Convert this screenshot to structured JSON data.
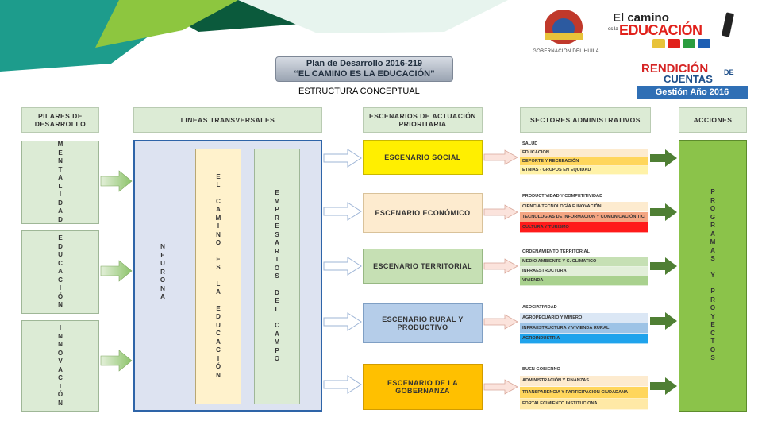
{
  "title_box": {
    "line1": "Plan de Desarrollo 2016-219",
    "line2": "“EL CAMINO ES LA EDUCACIÓN”"
  },
  "subtitle": "ESTRUCTURA CONCEPTUAL",
  "governorate": "GOBERNACIÓN DEL HUILA",
  "brand": {
    "line1": "El camino",
    "prefix": "es la",
    "line2": "EDUCACIÓN"
  },
  "rendicion": {
    "line1": "RENDICIÓN",
    "line2": "CUENTAS",
    "de": "DE",
    "line3": "Gestión Año 2016"
  },
  "headers": {
    "pilares": "PILARES DE DESARROLLO",
    "lineas": "LINEAS TRANSVERSALES",
    "escenarios": "ESCENARIOS DE ACTUACIÓN PRIORITARIA",
    "sectores": "SECTORES ADMINISTRATIVOS",
    "acciones": "ACCIONES"
  },
  "pillars": [
    "MENTALIDAD",
    "EDUCACIÓN",
    "INNOVACIÓN"
  ],
  "transversal": {
    "neurona": "NEURONA",
    "camino": [
      "EL",
      "CAMINO",
      "ES",
      "LA",
      "EDUCACIÓN"
    ],
    "empresarios": [
      "EMPRESARIOS",
      "DEL",
      "CAMPO"
    ]
  },
  "scenarios": [
    {
      "label": "ESCENARIO SOCIAL",
      "color": "#ffef00",
      "border": "#c9b800"
    },
    {
      "label": "ESCENARIO ECONÓMICO",
      "color": "#fdebcf",
      "border": "#d9c29a"
    },
    {
      "label": "ESCENARIO TERRITORIAL",
      "color": "#c6e0b4",
      "border": "#97b883"
    },
    {
      "label": "ESCENARIO RURAL Y PRODUCTIVO",
      "color": "#b5cde9",
      "border": "#7f9fc4"
    },
    {
      "label": "ESCENARIO DE LA GOBERNANZA",
      "color": "#ffc000",
      "border": "#d19c00"
    }
  ],
  "sectors": [
    {
      "items": [
        {
          "label": "SALUD",
          "color": "#ffffff"
        },
        {
          "label": "EDUCACION",
          "color": "#fdebcf"
        },
        {
          "label": "DEPORTE Y RECREACIÓN",
          "color": "#ffd65c"
        },
        {
          "label": "ETNIAS - GRUPOS EN EQUIDAD",
          "color": "#fff2a8"
        }
      ]
    },
    {
      "items": [
        {
          "label": "PRODUCTIVIDAD Y COMPETITIVIDAD",
          "color": "#ffffff"
        },
        {
          "label": "CIENCIA TECNOLOGÍA E INOVACIÓN",
          "color": "#fdebcf"
        },
        {
          "label": "TECNOLOGIAS DE INFORMACION Y COMUNICACIÓN TIC",
          "color": "#f4a582"
        },
        {
          "label": "CULTURA Y TURISMO",
          "color": "#ff1a1a"
        }
      ]
    },
    {
      "items": [
        {
          "label": "ORDENAMIENTO TERRITORIAL",
          "color": "#ffffff"
        },
        {
          "label": "MEDIO AMBIENTE Y C. CLIMATICO",
          "color": "#c6e0b4"
        },
        {
          "label": "INFRAESTRUCTURA",
          "color": "#e2efd9"
        },
        {
          "label": "VIVIENDA",
          "color": "#a9d18e"
        }
      ]
    },
    {
      "items": [
        {
          "label": "ASOCIATIVIDAD",
          "color": "#ffffff"
        },
        {
          "label": "AGROPECUARIO Y MINERO",
          "color": "#dbe7f5"
        },
        {
          "label": "INFRAESTRUCTURA Y VIVIENDA RURAL",
          "color": "#9dc3e6"
        },
        {
          "label": "AGROINDUSTRIA",
          "color": "#1fa3ec"
        }
      ]
    },
    {
      "items": [
        {
          "label": "BUEN GOBIERNO",
          "color": "#ffffff"
        },
        {
          "label": "ADMINISTRACIÓN Y FINANZAS",
          "color": "#fdebcf"
        },
        {
          "label": "TRANSPARENCIA Y PARTICIPACION CIUDADANA",
          "color": "#ffd65c"
        },
        {
          "label": "FORTALECIMIENTO INSTITUCIONAL",
          "color": "#ffe9a6"
        }
      ]
    }
  ],
  "acciones": [
    "PROGRAMAS",
    "Y",
    "PROYECTOS"
  ],
  "colors": {
    "teal": "#1d9c8c",
    "dark_green": "#0b5a3c",
    "light_green": "#8dc63f",
    "accion_green": "#8bc34a",
    "arrow_green": "#4f7f34"
  }
}
